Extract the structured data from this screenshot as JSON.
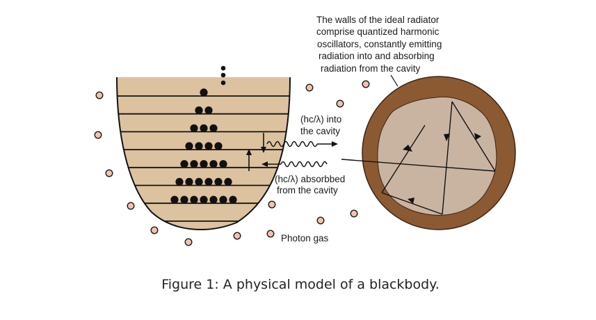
{
  "annotation": {
    "lines": [
      "The walls of the ideal radiator",
      "comprise quantized harmonic",
      "oscillators, constantly emitting",
      "radiation into and absorbing",
      "radiation from the cavity"
    ]
  },
  "emission_label": {
    "line1": "(hc/λ) into",
    "line2": "the cavity"
  },
  "absorption_label": {
    "line1": "(hc/λ) absorbbed",
    "line2": "from the cavity"
  },
  "photon_gas_label": "Photon gas",
  "caption": "Figure 1: A physical model of a blackbody.",
  "oscillator_levels": [
    1,
    2,
    3,
    4,
    5,
    6,
    7
  ],
  "colors": {
    "well_fill": "#ddc2a0",
    "wall": "#8b5a33",
    "cavity": "#c9b4a2",
    "photon": "#f3c2ac",
    "ink": "#111111"
  }
}
